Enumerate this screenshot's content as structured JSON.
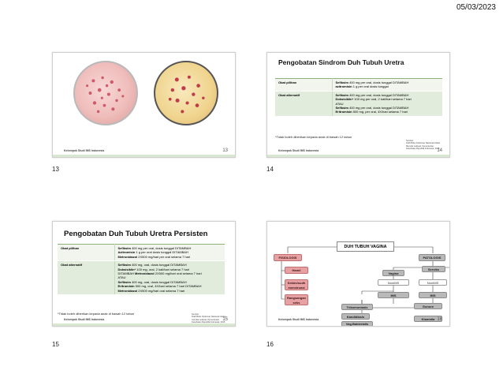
{
  "date": "05/03/2023",
  "footer_org": "Kelompok Studi IMS Indonesia",
  "slides": {
    "s13": {
      "num": "13",
      "page": "13"
    },
    "s14": {
      "num": "14",
      "page": "14",
      "title": "Pengobatan Sindrom Duh  Tubuh Uretra",
      "rows": [
        {
          "label": "Obat pilihan",
          "lines": [
            [
              {
                "t": "Sefiksim",
                "b": true
              },
              {
                "t": " 400 mg per oral, dosis tunggal DITAMBAH"
              }
            ],
            [
              {
                "t": "azitromisin",
                "b": true
              },
              {
                "t": " 1 g per oral dosis tunggal"
              }
            ]
          ]
        },
        {
          "label": "Obat alternatif",
          "lines": [
            [
              {
                "t": "Sefiksim",
                "b": true
              },
              {
                "t": " 400 mg per oral, dosis tunggal DITAMBAH"
              }
            ],
            [
              {
                "t": "Doksisiklin*",
                "b": true
              },
              {
                "t": " 100 mg per oral, 2 kali/hari selama 7 hari"
              }
            ],
            [
              {
                "t": "ATAU"
              }
            ],
            [
              {
                "t": "Sefiksim",
                "b": true
              },
              {
                "t": " 400 mg per oral, dosis tunggal DITAMBAH"
              }
            ],
            [
              {
                "t": "Eritromisin",
                "b": true
              },
              {
                "t": " 500 mg, per oral, 4X/hari selama 7 hari"
              }
            ]
          ]
        }
      ],
      "note": "*Tidak boleh diberikan kepada anak di bawah 12 tahun",
      "source": [
        "Sumber:",
        "Draft Buku Pedoman Nasional Infeksi",
        "Menular seksual, Kementerian",
        "Kesehatan Republik Indonesia, 2015"
      ]
    },
    "s15": {
      "num": "15",
      "page": "15",
      "title": "Pengobatan Duh Tubuh Uretra  Persisten",
      "rows": [
        {
          "label": "Obat pilihan",
          "lines": [
            [
              {
                "t": "Sefiksim",
                "b": true
              },
              {
                "t": " 400 mg per oral, dosis tunggal DITAMBAH"
              }
            ],
            [
              {
                "t": "Azitromisin",
                "b": true
              },
              {
                "t": " 1 g per oral dosis tunggal DITAMBAH"
              }
            ],
            [
              {
                "t": "Metronidazol",
                "b": true
              },
              {
                "t": " 2X500 mg/hari per oral selama 7 hari"
              }
            ]
          ]
        },
        {
          "label": "Obat alternatif",
          "lines": [
            [
              {
                "t": "Sefiksim",
                "b": true
              },
              {
                "t": " 400 mg, oral, dosis tunggal DITAMBAH"
              }
            ],
            [
              {
                "t": "Doksisiklin*",
                "b": true
              },
              {
                "t": " 100 mg, oral, 2 kali/hari selama 7 hari"
              }
            ],
            [
              {
                "t": "DITAMBAH "
              },
              {
                "t": "Metronidazol",
                "b": true
              },
              {
                "t": " 2X500 mg/hari oral selama 7 hari"
              }
            ],
            [
              {
                "t": "ATAU"
              }
            ],
            [
              {
                "t": "Sefiksim",
                "b": true
              },
              {
                "t": " 400 mg, oral, dosis tunggal DITAMBAH"
              }
            ],
            [
              {
                "t": "Eritromisin",
                "b": true
              },
              {
                "t": " 500 mg, oral, 4X/hari selama 7 hari DITAMBAH"
              }
            ],
            [
              {
                "t": "Metronidazol",
                "b": true
              },
              {
                "t": " 2X500 mg/hari oral selama 7 hari"
              }
            ]
          ]
        }
      ],
      "note": "*Tidak boleh diberikan kepada anak di bawah 12 tahun",
      "source": [
        "Sumber:",
        "Draft Buku Pedoman Nasional Infeksi",
        "menular seksual, Kementerian",
        "Kesehatan Republik Indonesia, 2015"
      ]
    },
    "s16": {
      "num": "16",
      "page": "16",
      "title": "DUH TUBUH VAGINA",
      "fisiologis": "FISIOLOGIS",
      "patologis": "PATOLOGIS",
      "hamil": "Hamil",
      "sebelum": [
        "Sebim/sudh",
        "menstruasi"
      ],
      "rangsangan": [
        "Rangsangan",
        "seks"
      ],
      "vagina": "Vagina",
      "serviks": "Serviks",
      "nonims1": "NonIMS",
      "nonims2": "NonIMS",
      "ims1": "IMS",
      "ims2": "IMS",
      "trikomoniasis": "Trikomoniasis",
      "kandidiasis": "Kandidiasis",
      "vagbakterialis": "Vag.Bakterialis",
      "gonore": "Gonore",
      "klamidia": "Klamidia"
    }
  }
}
